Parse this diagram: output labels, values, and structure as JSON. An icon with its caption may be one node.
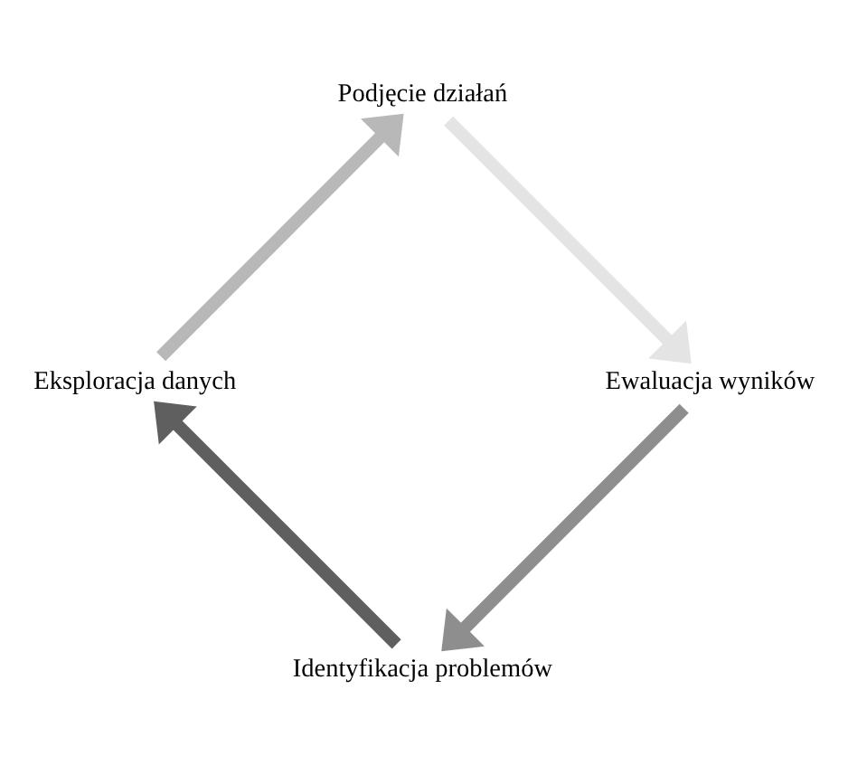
{
  "diagram": {
    "nodes": [
      {
        "text": [
          "Identyfikacja problemów"
        ]
      },
      {
        "text": [
          "Eksploracja danych"
        ]
      },
      {
        "text": [
          "Podjęcie działań"
        ]
      },
      {
        "text": [
          "Ewaluacja wyników"
        ]
      }
    ],
    "edges": [
      {
        "from": 0,
        "to": 1,
        "arrow": "to",
        "color": "#5f5f5f"
      },
      {
        "from": 1,
        "to": 2,
        "arrow": "to",
        "color": "#b8b8b8"
      },
      {
        "from": 2,
        "to": 3,
        "arrow": "to",
        "color": "#e4e4e4"
      },
      {
        "from": 3,
        "to": 0,
        "arrow": "to",
        "color": "#8e8e8e"
      }
    ]
  }
}
